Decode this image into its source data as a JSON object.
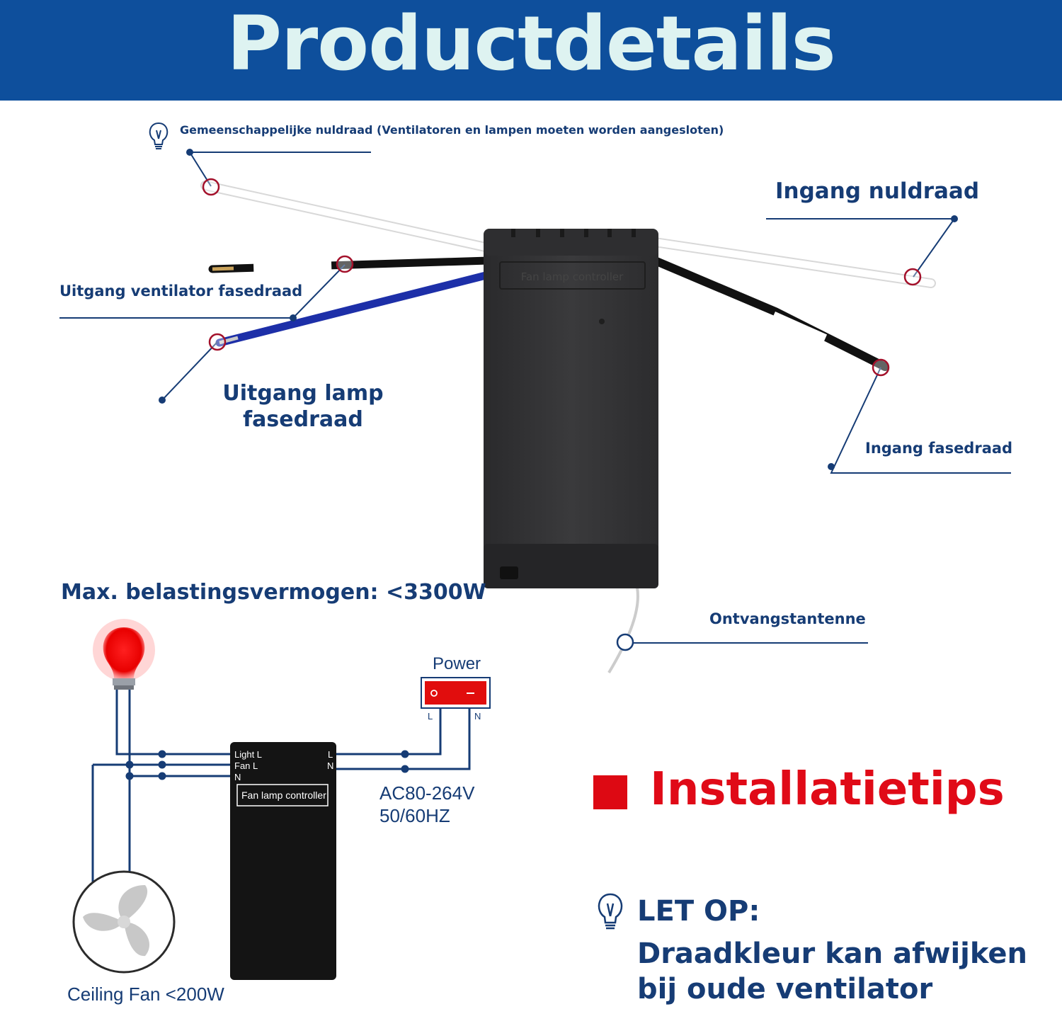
{
  "header": {
    "title": "Productdetails"
  },
  "labels": {
    "common_neutral": "Gemeenschappelijke nuldraad (Ventilatoren en lampen moeten worden aangesloten)",
    "input_neutral": "Ingang nuldraad",
    "output_fan_phase": "Uitgang ventilator fasedraad",
    "output_lamp_phase_line1": "Uitgang lamp",
    "output_lamp_phase_line2": "fasedraad",
    "input_phase": "Ingang fasedraad",
    "antenna": "Ontvangstantenne",
    "max_load": "Max. belastingsvermogen: <3300W"
  },
  "device": {
    "printed_text": "Fan lamp controller"
  },
  "schematic": {
    "power_label": "Power",
    "switch_l": "L",
    "switch_n": "N",
    "ctrl_light_l": "Light L",
    "ctrl_fan_l": "Fan L",
    "ctrl_n": "N",
    "ctrl_right_l": "L",
    "ctrl_right_n": "N",
    "ctrl_name": "Fan lamp controller",
    "ac_line1": "AC80-264V",
    "ac_line2": "50/60HZ",
    "fan_label": "Ceiling Fan <200W"
  },
  "tips": {
    "title": "Installatietips",
    "note_head": "LET OP:",
    "note_line1": "Draadkleur kan afwijken",
    "note_line2": "bij oude ventilator"
  },
  "colors": {
    "header_bg": "#0e4f9c",
    "header_text": "#def3f1",
    "label_text": "#163c75",
    "tips_red": "#e00a17",
    "device_body": "#343436"
  }
}
